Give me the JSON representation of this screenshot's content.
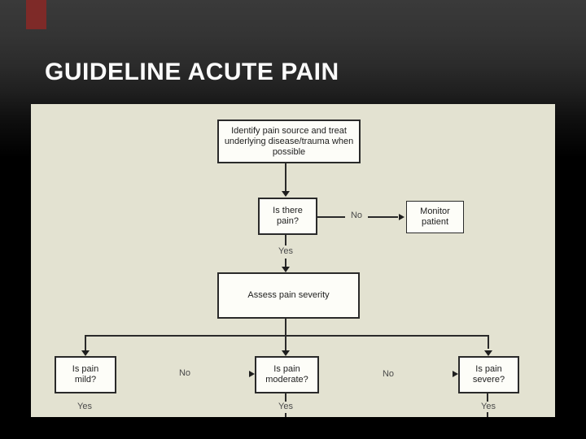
{
  "slide": {
    "title": "GUIDELINE ACUTE PAIN",
    "colors": {
      "background_top": "#3a3a3a",
      "background_bottom": "#000000",
      "accent_bar": "#7e2a28",
      "panel": "#e3e2d1",
      "node_fill": "#fdfdf8",
      "line": "#2a2a2a",
      "title_text": "#fbfbfb"
    }
  },
  "flowchart": {
    "nodes": {
      "identify": "Identify pain source and treat underlying disease/trauma when possible",
      "is_there_pain": "Is there pain?",
      "monitor": "Monitor patient",
      "assess": "Assess pain severity",
      "mild": "Is pain mild?",
      "moderate": "Is pain moderate?",
      "severe": "Is pain severe?"
    },
    "labels": {
      "no_top": "No",
      "yes_pain": "Yes",
      "no_mild_moderate": "No",
      "no_moderate_severe": "No",
      "yes_mild": "Yes",
      "yes_moderate": "Yes",
      "yes_severe": "Yes"
    }
  }
}
